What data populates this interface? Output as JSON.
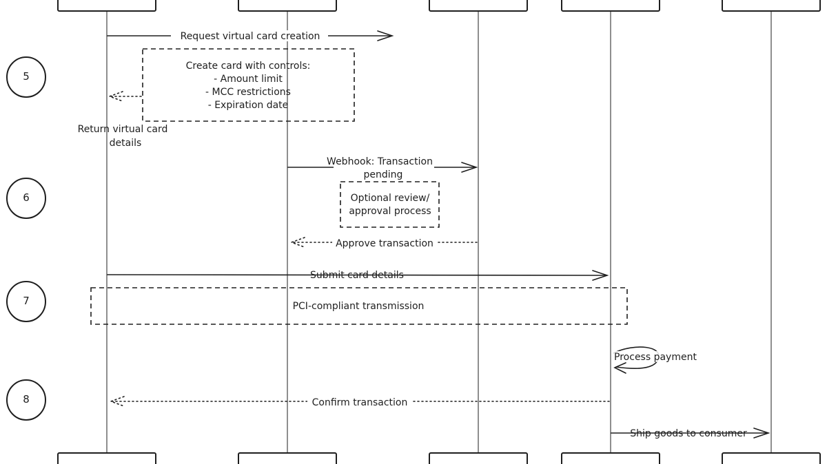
{
  "steps": [
    {
      "number": "5"
    },
    {
      "number": "6"
    },
    {
      "number": "7"
    },
    {
      "number": "8"
    }
  ],
  "messages": {
    "request_card": "Request virtual card creation",
    "return_card_line1": "Return virtual card",
    "return_card_line2": "details",
    "webhook_line1": "Webhook: Transaction",
    "webhook_line2": "pending",
    "approve": "Approve transaction",
    "submit_card": "Submit card details",
    "process_payment": "Process payment",
    "confirm": "Confirm transaction",
    "ship": "Ship goods to consumer"
  },
  "notes": {
    "create_card": {
      "line1": "Create card with controls:",
      "line2": "- Amount limit",
      "line3": "- MCC restrictions",
      "line4": "- Expiration date"
    },
    "review": {
      "line1": "Optional review/",
      "line2": "approval process"
    },
    "pci": "PCI-compliant transmission"
  },
  "colors": {
    "stroke": "#1e1e1e",
    "background": "#ffffff"
  }
}
